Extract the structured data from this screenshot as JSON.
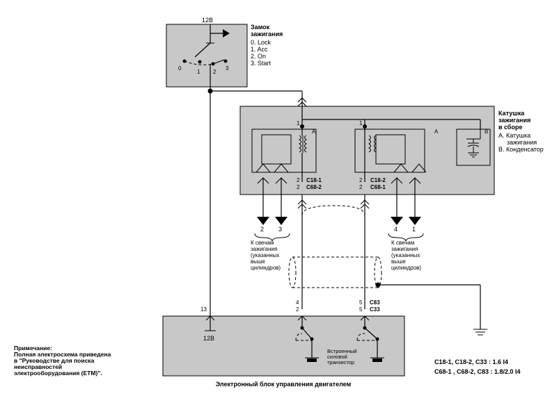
{
  "ignition_switch": {
    "title_line1": "Замок",
    "title_line2": "зажигания",
    "positions": [
      "0. Lock",
      "1. Acc",
      "2. On",
      "3. Start"
    ],
    "supply_label": "12В",
    "contact_numbers": [
      "0",
      "1",
      "2",
      "3"
    ]
  },
  "coil": {
    "title_line1": "Катушка",
    "title_line2": "зажигания",
    "title_line3": "в сборе",
    "legend_a_line1": "A. Катушка",
    "legend_a_line2": "зажигания",
    "legend_b": "B. Конденсатор",
    "letter_a": "A",
    "letter_b": "B",
    "pin_1": "1",
    "pin_2": "2",
    "left_conn_1": "C18-1",
    "left_conn_2": "C68-2",
    "right_conn_1": "C18-2",
    "right_conn_2": "C68-1"
  },
  "spark_left": {
    "numbers": [
      "2",
      "3"
    ],
    "lines": [
      "К свечам",
      "зажигания",
      "(указанных",
      "выше",
      "цилиндров)"
    ]
  },
  "spark_right": {
    "numbers": [
      "4",
      "1"
    ],
    "lines": [
      "К свечам",
      "зажигания",
      "(указанных",
      "выше",
      "цилиндров)"
    ]
  },
  "ecu": {
    "title": "Электронный блок управления двигателем",
    "pin_13": "13",
    "supply_label": "12В",
    "pin_4": "4",
    "pin_2": "2",
    "pin_5a": "5",
    "pin_5b": "5",
    "conn_1": "C83",
    "conn_2": "C33",
    "transistor_lines": [
      "Встроенный",
      "силовой",
      "транзистор"
    ]
  },
  "note": {
    "title": "Примечание:",
    "lines": [
      "Полная электросхема приведена",
      "в \"Руководстве для поиска",
      "неисправностей",
      "электрооборудования (ETM)\"."
    ]
  },
  "variants": {
    "line1": "C18-1, C18-2, C33 : 1.6 I4",
    "line2": "C68-1 , C68-2, C83 : 1.8/2.0 I4"
  }
}
